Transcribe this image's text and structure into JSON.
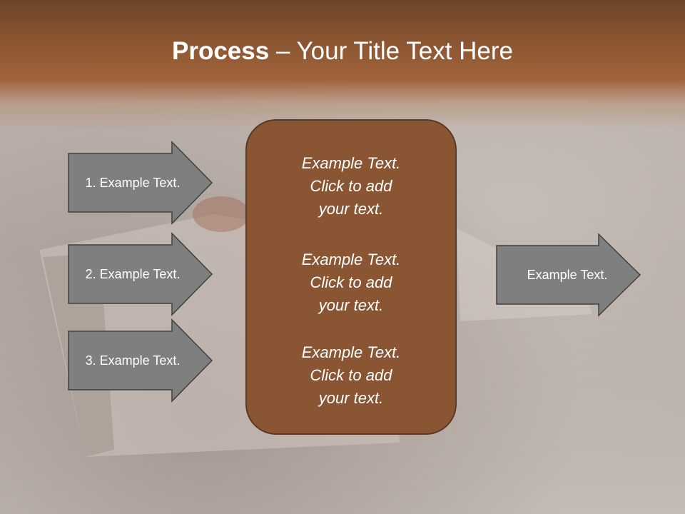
{
  "title": {
    "bold": "Process",
    "rest": " – Your Title Text Here"
  },
  "inputs": [
    {
      "label": "1. Example Text."
    },
    {
      "label": "2. Example Text."
    },
    {
      "label": "3. Example Text."
    }
  ],
  "center": {
    "blocks": [
      {
        "line1": "Example Text.",
        "line2": "Click  to add",
        "line3": "your text."
      },
      {
        "line1": "Example Text.",
        "line2": "Click  to add",
        "line3": "your text."
      },
      {
        "line1": "Example Text.",
        "line2": "Click  to add",
        "line3": "your text."
      }
    ]
  },
  "output": {
    "label": "Example Text."
  },
  "colors": {
    "header": "#8d5632",
    "box": "#8a5533",
    "arrow": "#808080"
  }
}
